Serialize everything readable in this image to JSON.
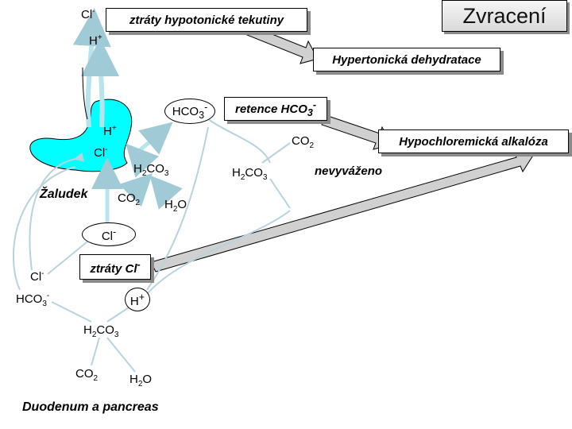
{
  "title": "Zvracení",
  "boxes": {
    "loss_fluid": "ztráty hypotonické tekutiny",
    "hypertonic": "Hypertonická dehydratace",
    "retention": "retence HCO",
    "retention_sup": "3",
    "retention_sup2": "-",
    "hypochlor": "Hypochloremická alkalóza",
    "loss_cl": "ztráty Cl",
    "loss_cl_sup": "-"
  },
  "labels": {
    "cl_top": "Cl",
    "cl_top_sup": "-",
    "h_top": "H",
    "h_top_sup": "+",
    "hco3_top": "HCO",
    "hco3_top_sub": "3",
    "hco3_top_sup": "-",
    "h_stomach": "H",
    "h_stomach_sup": "+",
    "cl_stomach": "Cl",
    "cl_stomach_sup": "-",
    "zaludek": "Žaludek",
    "h2co3_a_1": "H",
    "h2co3_a_2": "2",
    "h2co3_a_3": "CO",
    "h2co3_a_4": "3",
    "co2_a": "CO",
    "co2_a_sub": "2",
    "h2o_a": "H",
    "h2o_a_sub": "2",
    "h2o_a_end": "O",
    "co2_b": "CO",
    "co2_b_sub": "2",
    "h2co3_b_1": "H",
    "h2co3_b_2": "2",
    "h2co3_b_3": "CO",
    "h2co3_b_4": "3",
    "nevyvazeno": "nevyváženo",
    "cl_mid": "Cl",
    "cl_mid_sup": "-",
    "cl_left": "Cl",
    "cl_left_sup": "-",
    "hco3_left": "HCO",
    "hco3_left_sub": "3",
    "hco3_left_sup": "-",
    "h_lower": "H",
    "h_lower_sup": "+",
    "h2co3_c_1": "H",
    "h2co3_c_2": "2",
    "h2co3_c_3": "CO",
    "h2co3_c_4": "3",
    "co2_c": "CO",
    "co2_c_sub": "2",
    "h2o_c": "H",
    "h2o_c_sub": "2",
    "h2o_c_end": "O",
    "duodenum": "Duodenum a pancreas"
  },
  "colors": {
    "stomach": "#00ffff",
    "arrow_light": "#b7e4ec",
    "big_arrow": "#d0d0d0",
    "line": "#8fb0bf"
  }
}
